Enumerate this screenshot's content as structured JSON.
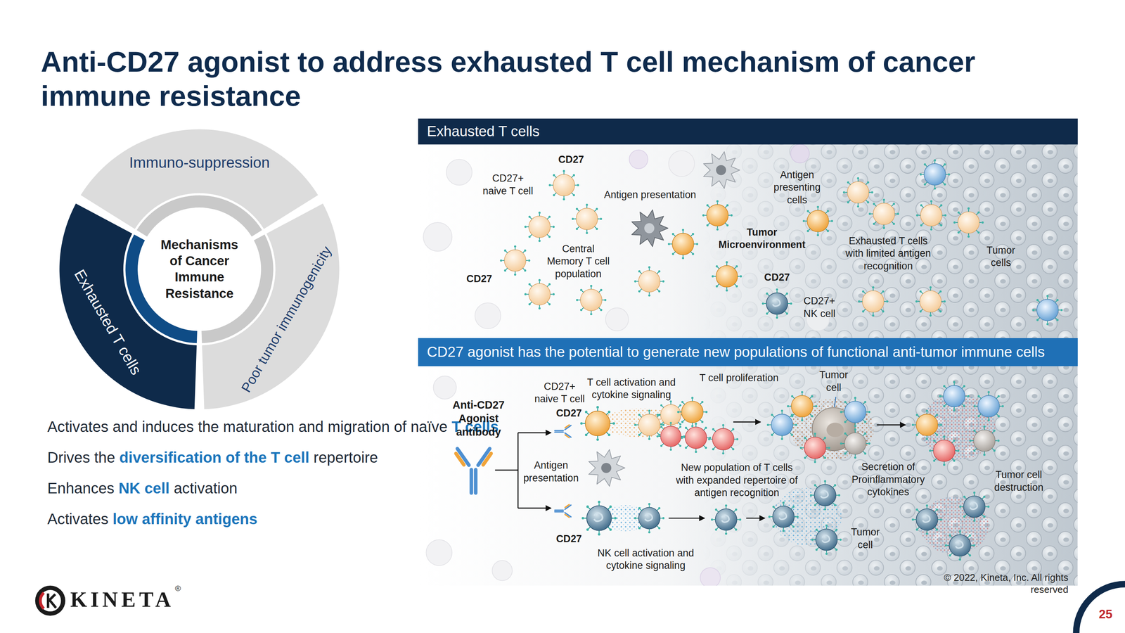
{
  "diagram": {
    "title": "Anti-CD27 agonist to address exhausted T cell mechanism of cancer immune resistance",
    "nodes": [
      {
        "text": [
          "Immuno-suppression"
        ]
      },
      {
        "text": [
          "Poor tumor immunogenicity"
        ]
      },
      {
        "text": [
          "Exhausted T cells"
        ]
      },
      {
        "text": [
          "Mechanisms of Cancer Immune Resistance"
        ]
      },
      {
        "text": [
          "Exhausted T cells"
        ]
      },
      {
        "text": [
          "CD27 agonist has the potential to generate new populations of functional anti-tumor immune cells"
        ]
      }
    ],
    "labels": [
      "Activates and induces the maturation and migration of naïve",
      "T cells",
      "Drives the",
      "diversification of the T cell",
      "repertoire",
      "Enhances",
      "NK cell",
      "activation",
      "Activates",
      "low affinity antigens",
      "CD27+ naive T cell",
      "CD27",
      "Antigen presentation",
      "Antigen presenting cells",
      "Central Memory T cell population",
      "CD27",
      "Tumor Microenvironment",
      "Exhausted T cells with limited antigen recognition",
      "Tumor cells",
      "CD27",
      "CD27+ NK cell",
      "Anti-CD27 Agonist antibody",
      "CD27+ naive T cell",
      "CD27",
      "T cell activation and cytokine signaling",
      "T cell proliferation",
      "Tumor cell",
      "Antigen presentation",
      "New population of T cells with expanded repertoire of antigen recognition",
      "Secretion of Proinflammatory cytokines",
      "Tumor cell destruction",
      "Tumor cell",
      "CD27",
      "NK cell activation and cytokine signaling",
      "© 2022, Kineta, Inc. All rights reserved",
      "KINETA",
      "®",
      "25"
    ]
  }
}
